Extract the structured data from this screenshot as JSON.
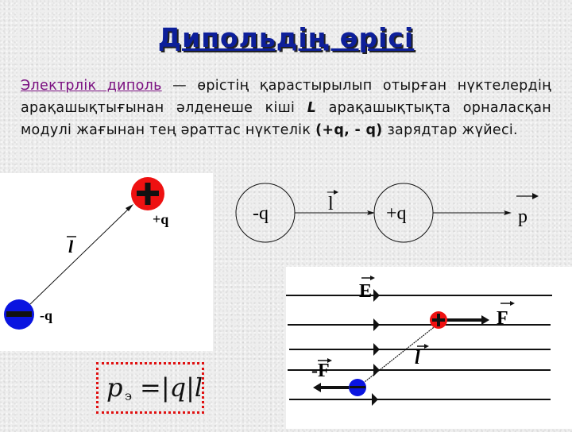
{
  "slide": {
    "title": "Дипольдің өрісі",
    "paragraph": {
      "term": "Электрлік диполь",
      "text_before_L": " — өрістің қарастырылып отырған нүктелердің арақашықтығынан әлденеше кіші ",
      "L": "L",
      "text_after_L": " арақашықтықта орналасқан модулі жағынан тең әраттас нүктелік ",
      "charges": "(+q, - q)",
      "text_end": " зарядтар жүйесі."
    }
  },
  "colors": {
    "title": "#0d1f9a",
    "term": "#7a0f80",
    "positive_charge": "#ee1111",
    "negative_charge": "#0a14e0",
    "formula_border": "#e01010"
  },
  "diagram_left": {
    "positive_label": "+q",
    "negative_label": "-q",
    "vector_label": "l"
  },
  "diagram_schematic": {
    "negative_label": "-q",
    "positive_label": "+q",
    "vector_label": "l",
    "moment_label": "p"
  },
  "diagram_field": {
    "field_label": "E",
    "force_label": "F",
    "neg_force_label": "-F",
    "vector_label": "l"
  },
  "formula": {
    "p": "p",
    "subscript": "э",
    "rhs": "=|q|l"
  }
}
